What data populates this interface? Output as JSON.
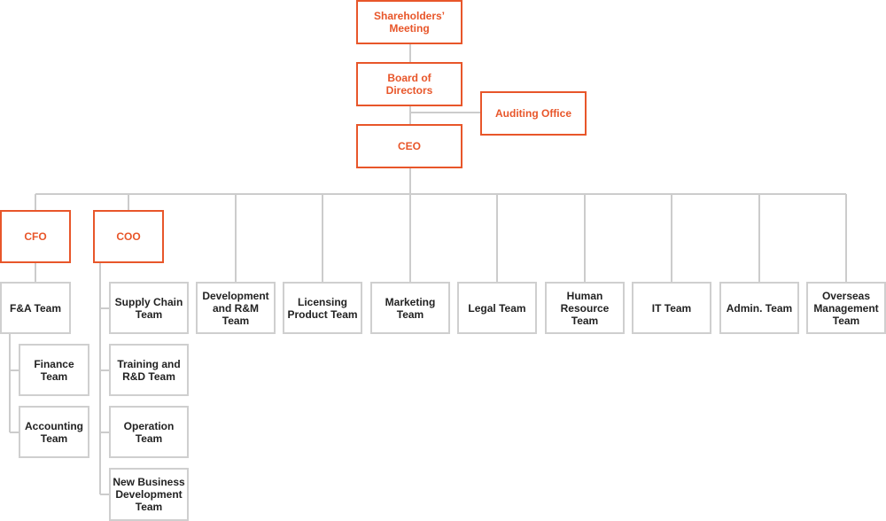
{
  "org_chart": {
    "shareholders": "Shareholders’\nMeeting",
    "board": "Board of\nDirectors",
    "auditing": "Auditing Office",
    "ceo": "CEO",
    "cfo": "CFO",
    "coo": "COO",
    "cfo_teams": {
      "fa": "F&A Team",
      "finance": "Finance\nTeam",
      "accounting": "Accounting\nTeam"
    },
    "coo_teams": {
      "supply_chain": "Supply Chain\nTeam",
      "training": "Training and\nR&D Team",
      "operation": "Operation\nTeam",
      "new_business": "New Business\nDevelopment\nTeam"
    },
    "ceo_teams": {
      "development": "Development\nand R&M\nTeam",
      "licensing": "Licensing\nProduct Team",
      "marketing": "Marketing\nTeam",
      "legal": "Legal Team",
      "hr": "Human\nResource\nTeam",
      "it": "IT Team",
      "admin": "Admin. Team",
      "overseas": "Overseas\nManagement\nTeam"
    },
    "colors": {
      "executive": "#e8562a",
      "team_border": "#cfcfcf",
      "connector": "#cccccc",
      "team_text": "#222222"
    }
  }
}
